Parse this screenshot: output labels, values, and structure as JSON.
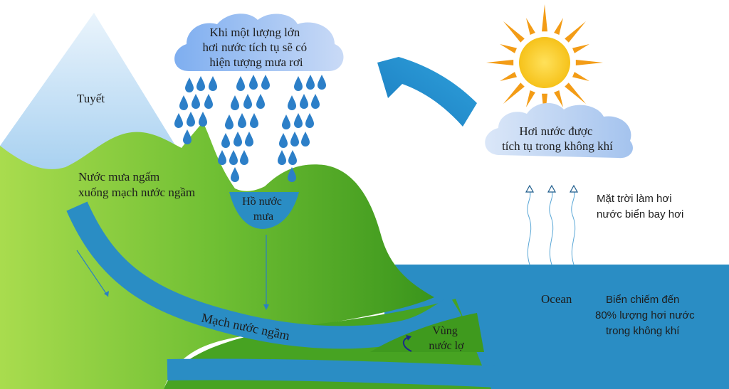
{
  "labels": {
    "snow": "Tuyết",
    "rain_cloud": [
      "Khi một lượng lớn",
      "hơi nước tích tụ sẽ có",
      "hiện tượng mưa rơi"
    ],
    "vapor_cloud": [
      "Hơi nước được",
      "tích tụ trong không khí"
    ],
    "rain_infiltration": [
      "Nước mưa ngấm",
      "xuống mạch nước ngầm"
    ],
    "rain_lake": [
      "Hồ nước",
      "mưa"
    ],
    "groundwater": "Mạch nước ngầm",
    "brackish_zone": [
      "Vùng",
      "nước lợ"
    ],
    "evaporation": [
      "Mặt trời làm hơi",
      "nước biển bay hơi"
    ],
    "ocean": "Ocean",
    "ocean_share": [
      "Biển chiếm đến",
      "80% lượng hơi nước",
      "trong không khí"
    ]
  },
  "colors": {
    "sky_blue_arrow": "#1e88c9",
    "ocean": "#2a8dc4",
    "groundwater": "#2a8dc4",
    "hill_green_light": "#a8d84a",
    "hill_green_dark": "#3f9a1e",
    "snow": "#cfe6f7",
    "sun": "#fcd12a",
    "sun_rays": "#f39c16",
    "rain_drop": "#2c7fc8",
    "cloud": "#8fb7ee"
  }
}
